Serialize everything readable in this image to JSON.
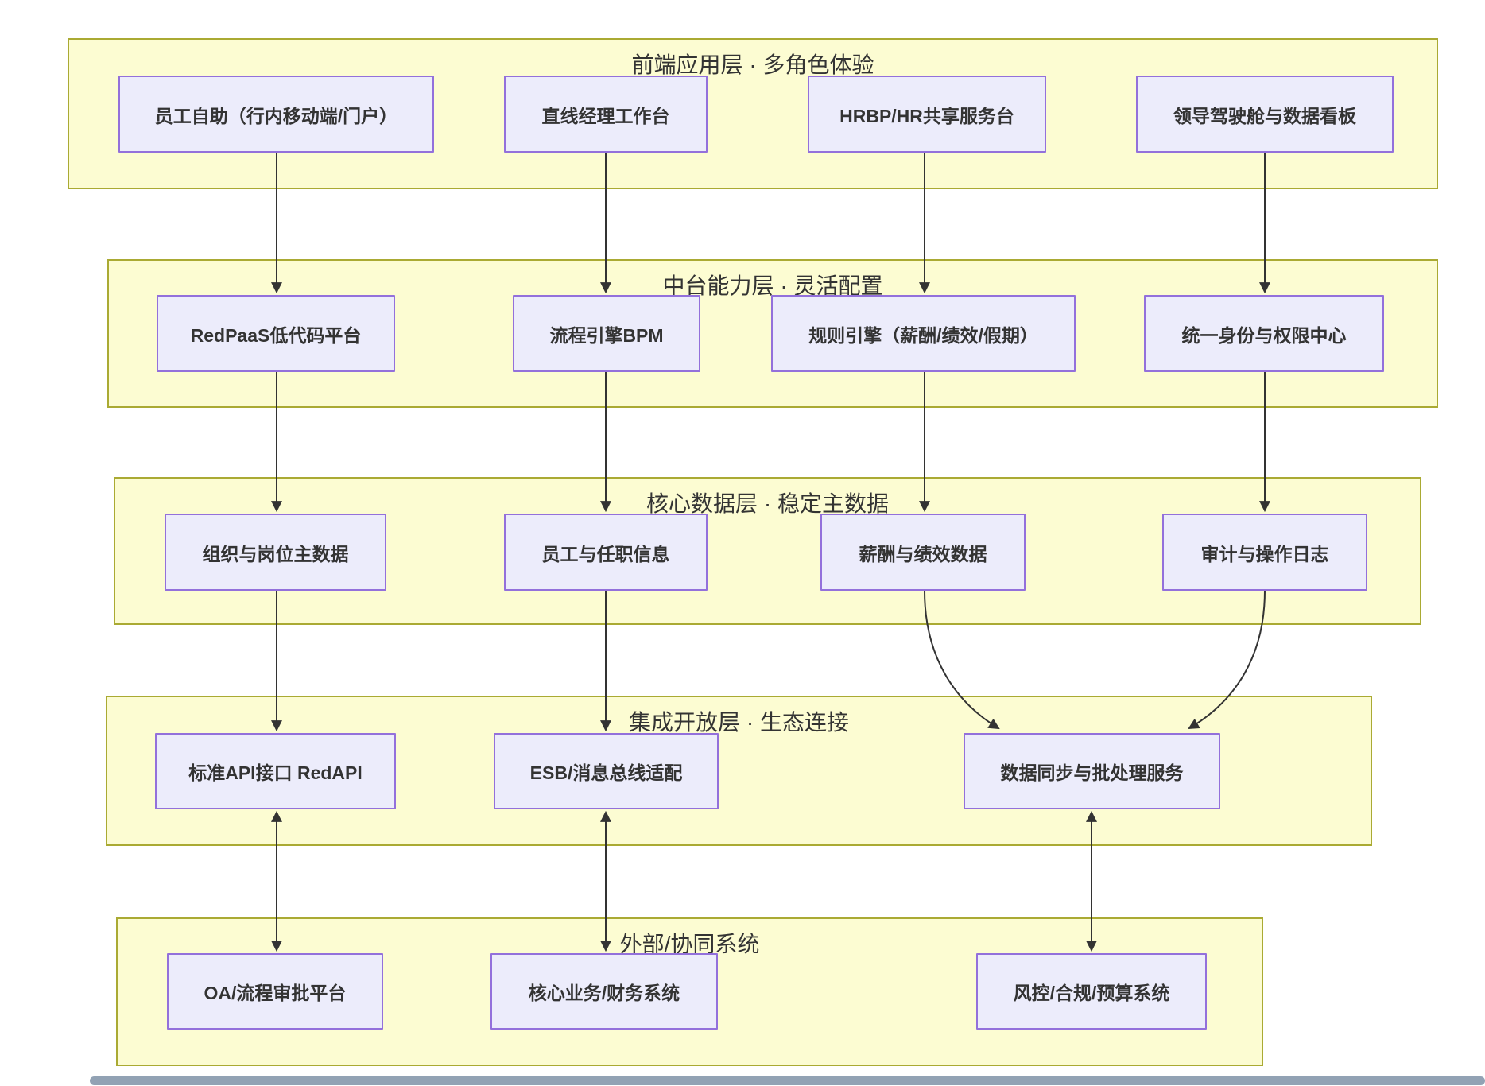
{
  "diagram": {
    "layers": [
      {
        "title": "前端应用层 · 多角色体验",
        "nodes": [
          {
            "label": "员工自助（行内移动端/门户）"
          },
          {
            "label": "直线经理工作台"
          },
          {
            "label": "HRBP/HR共享服务台"
          },
          {
            "label": "领导驾驶舱与数据看板"
          }
        ]
      },
      {
        "title": "中台能力层 · 灵活配置",
        "nodes": [
          {
            "label": "RedPaaS低代码平台"
          },
          {
            "label": "流程引擎BPM"
          },
          {
            "label": "规则引擎（薪酬/绩效/假期）"
          },
          {
            "label": "统一身份与权限中心"
          }
        ]
      },
      {
        "title": "核心数据层 · 稳定主数据",
        "nodes": [
          {
            "label": "组织与岗位主数据"
          },
          {
            "label": "员工与任职信息"
          },
          {
            "label": "薪酬与绩效数据"
          },
          {
            "label": "审计与操作日志"
          }
        ]
      },
      {
        "title": "集成开放层 · 生态连接",
        "nodes": [
          {
            "label": "标准API接口 RedAPI"
          },
          {
            "label": "ESB/消息总线适配"
          },
          {
            "label": "数据同步与批处理服务"
          }
        ]
      },
      {
        "title": "外部/协同系统",
        "nodes": [
          {
            "label": "OA/流程审批平台"
          },
          {
            "label": "核心业务/财务系统"
          },
          {
            "label": "风控/合规/预算系统"
          }
        ]
      }
    ],
    "edges": [
      {
        "from": "员工自助（行内移动端/门户）",
        "to": "RedPaaS低代码平台",
        "style": "single-arrow"
      },
      {
        "from": "直线经理工作台",
        "to": "流程引擎BPM",
        "style": "single-arrow"
      },
      {
        "from": "HRBP/HR共享服务台",
        "to": "规则引擎（薪酬/绩效/假期）",
        "style": "single-arrow"
      },
      {
        "from": "领导驾驶舱与数据看板",
        "to": "统一身份与权限中心",
        "style": "single-arrow"
      },
      {
        "from": "RedPaaS低代码平台",
        "to": "组织与岗位主数据",
        "style": "single-arrow"
      },
      {
        "from": "流程引擎BPM",
        "to": "员工与任职信息",
        "style": "single-arrow"
      },
      {
        "from": "规则引擎（薪酬/绩效/假期）",
        "to": "薪酬与绩效数据",
        "style": "single-arrow"
      },
      {
        "from": "统一身份与权限中心",
        "to": "审计与操作日志",
        "style": "single-arrow"
      },
      {
        "from": "组织与岗位主数据",
        "to": "标准API接口 RedAPI",
        "style": "single-arrow"
      },
      {
        "from": "员工与任职信息",
        "to": "ESB/消息总线适配",
        "style": "single-arrow"
      },
      {
        "from": "薪酬与绩效数据",
        "to": "数据同步与批处理服务",
        "style": "curved-arrow"
      },
      {
        "from": "审计与操作日志",
        "to": "数据同步与批处理服务",
        "style": "curved-arrow"
      },
      {
        "from": "标准API接口 RedAPI",
        "to": "OA/流程审批平台",
        "style": "double-arrow"
      },
      {
        "from": "ESB/消息总线适配",
        "to": "核心业务/财务系统",
        "style": "double-arrow"
      },
      {
        "from": "数据同步与批处理服务",
        "to": "风控/合规/预算系统",
        "style": "double-arrow"
      }
    ],
    "colors": {
      "layer_fill": "#fcfcd2",
      "layer_border": "#aaaa33",
      "node_fill": "#ececfb",
      "node_border": "#9370db",
      "arrow": "#333333",
      "text": "#333333",
      "scrollbar": "#92a2b4"
    }
  }
}
